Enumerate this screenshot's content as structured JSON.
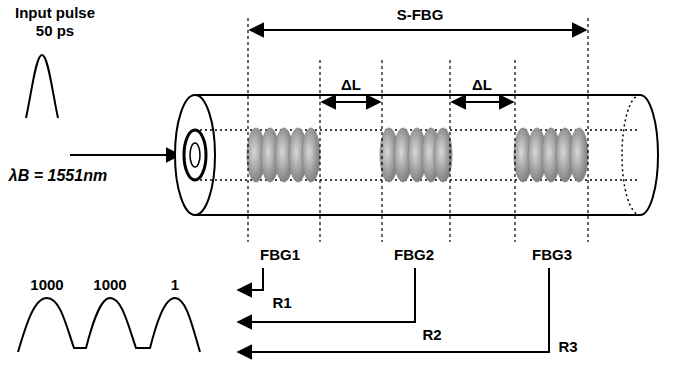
{
  "diagram": {
    "labels": [
      "S-FBG",
      "Input pulse 50 ps",
      "λB = 1551nm",
      "ΔL",
      "ΔL",
      "FBG1",
      "FBG2",
      "FBG3",
      "R1",
      "R2",
      "R3",
      "1000",
      "1000",
      "1"
    ]
  }
}
